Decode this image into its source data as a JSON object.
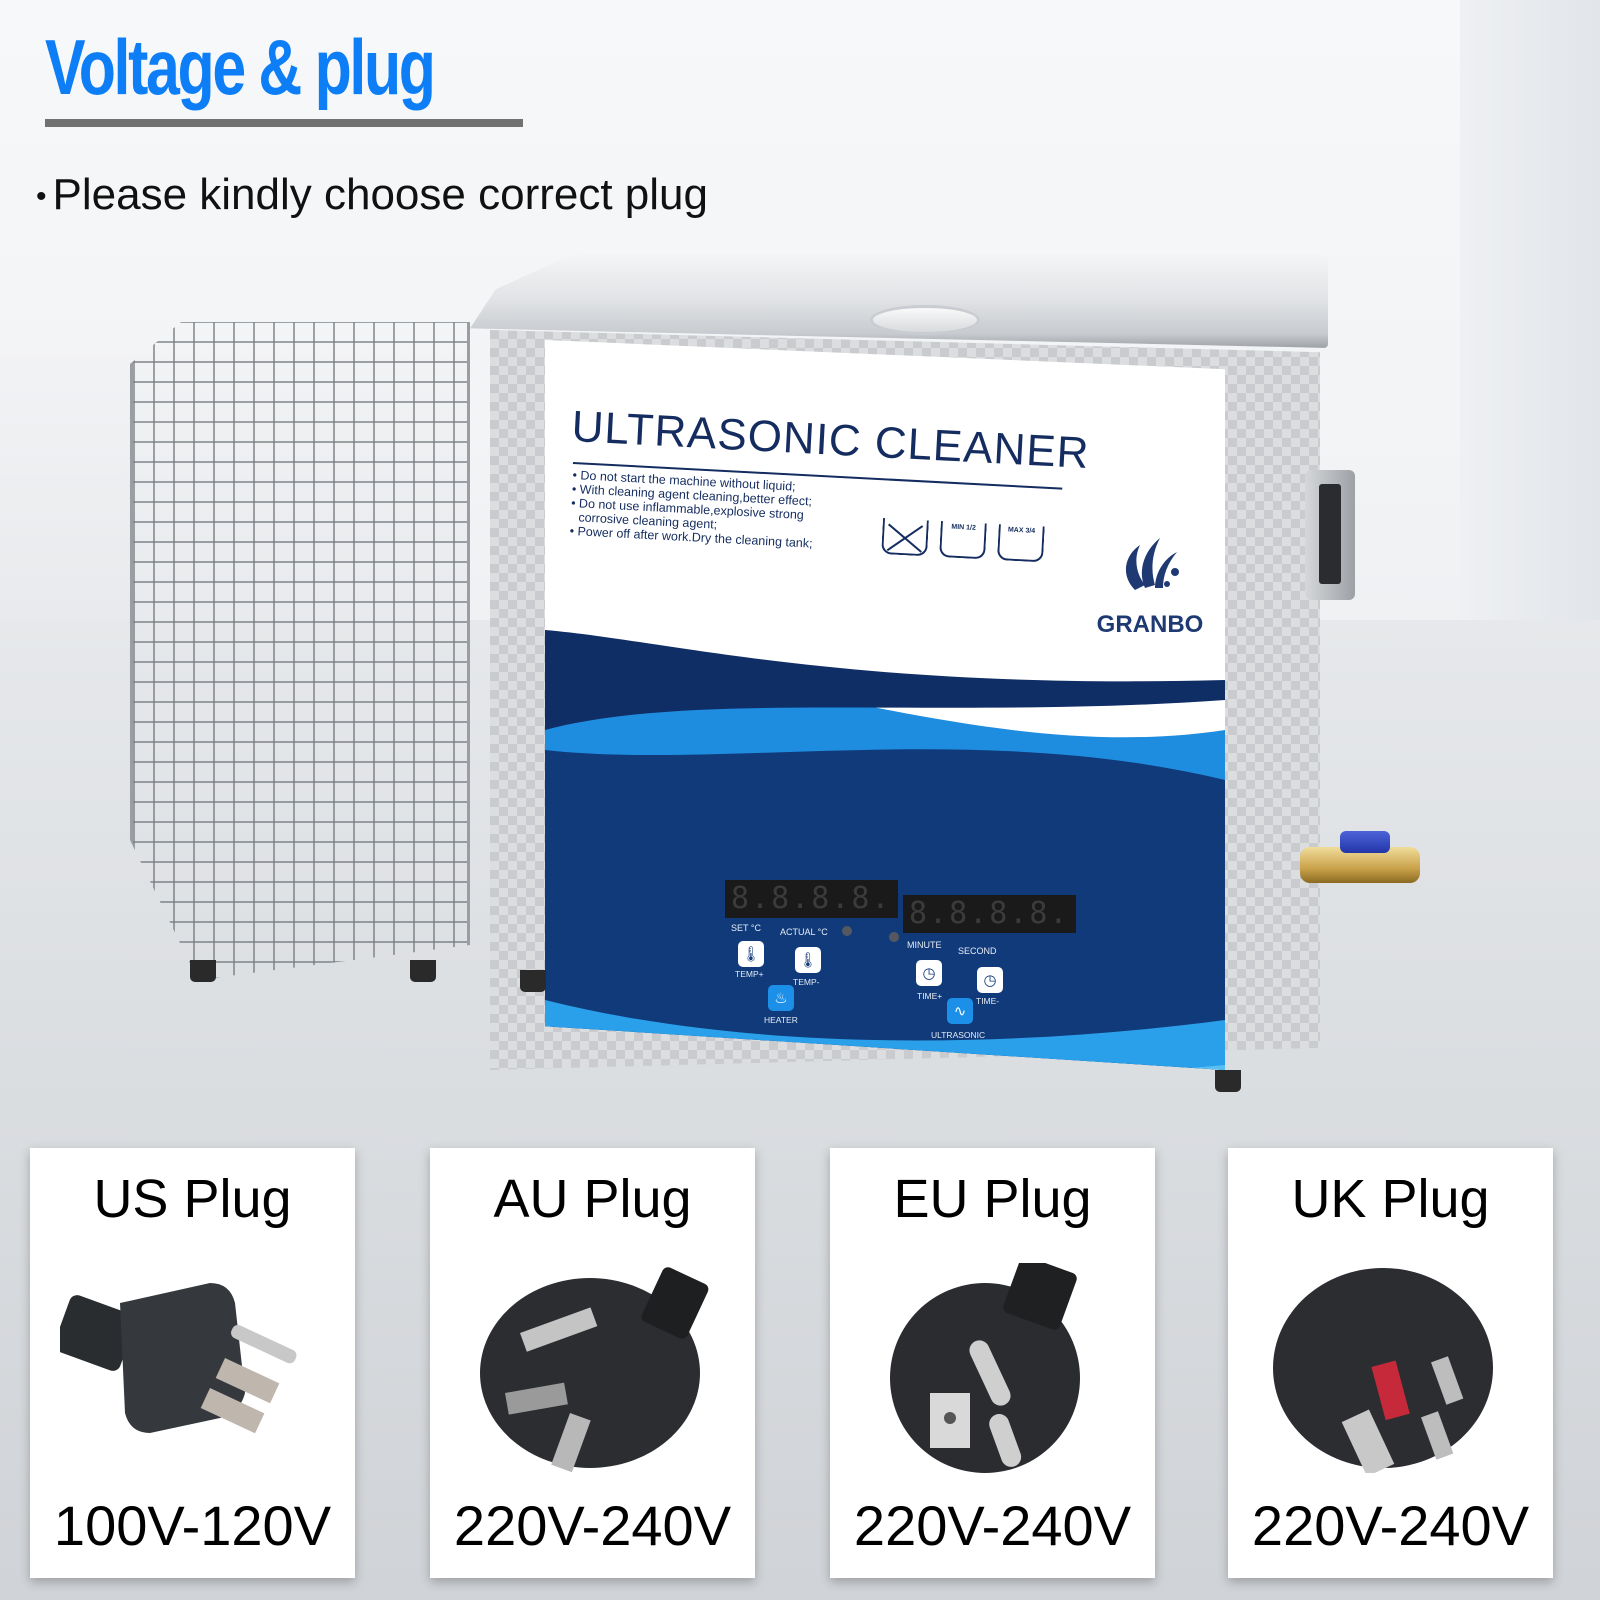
{
  "header": {
    "title": "Voltage & plug",
    "subtitle_bullet": "•",
    "subtitle": "Please kindly choose correct plug"
  },
  "colors": {
    "title_blue": "#0d7ef6",
    "rule_gray": "#717171",
    "panel_navy": "#142c5f",
    "wave_dark": "#113a7a",
    "wave_light": "#1e8de0"
  },
  "device": {
    "panel_title": "ULTRASONIC CLEANER",
    "warnings": [
      "Do not start the machine without liquid;",
      "With cleaning agent cleaning,better effect;",
      "Do not use inflammable,explosive strong",
      "corrosive cleaning agent;",
      "Power off after work.Dry the cleaning tank;"
    ],
    "level_icons": [
      {
        "label": "",
        "icon": "empty-tank-crossed-icon"
      },
      {
        "label": "MIN 1/2",
        "icon": "min-level-icon"
      },
      {
        "label": "MAX 3/4",
        "icon": "max-level-icon"
      }
    ],
    "brand": "GRANBO",
    "temp_display": {
      "digits": "8.8.8.8.",
      "label_left": "SET °C",
      "label_right": "ACTUAL °C"
    },
    "time_display": {
      "digits": "8.8.8.8.",
      "label_left": "MINUTE",
      "label_right": "SECOND"
    },
    "buttons": {
      "temp_plus": "TEMP+",
      "temp_minus": "TEMP-",
      "heater": "HEATER",
      "time_plus": "TIME+",
      "time_minus": "TIME-",
      "ultrasonic": "ULTRASONIC"
    }
  },
  "plugs": [
    {
      "name": "US Plug",
      "voltage": "100V-120V",
      "icon": "us-plug-icon"
    },
    {
      "name": "AU Plug",
      "voltage": "220V-240V",
      "icon": "au-plug-icon"
    },
    {
      "name": "EU Plug",
      "voltage": "220V-240V",
      "icon": "eu-plug-icon"
    },
    {
      "name": "UK Plug",
      "voltage": "220V-240V",
      "icon": "uk-plug-icon"
    }
  ]
}
